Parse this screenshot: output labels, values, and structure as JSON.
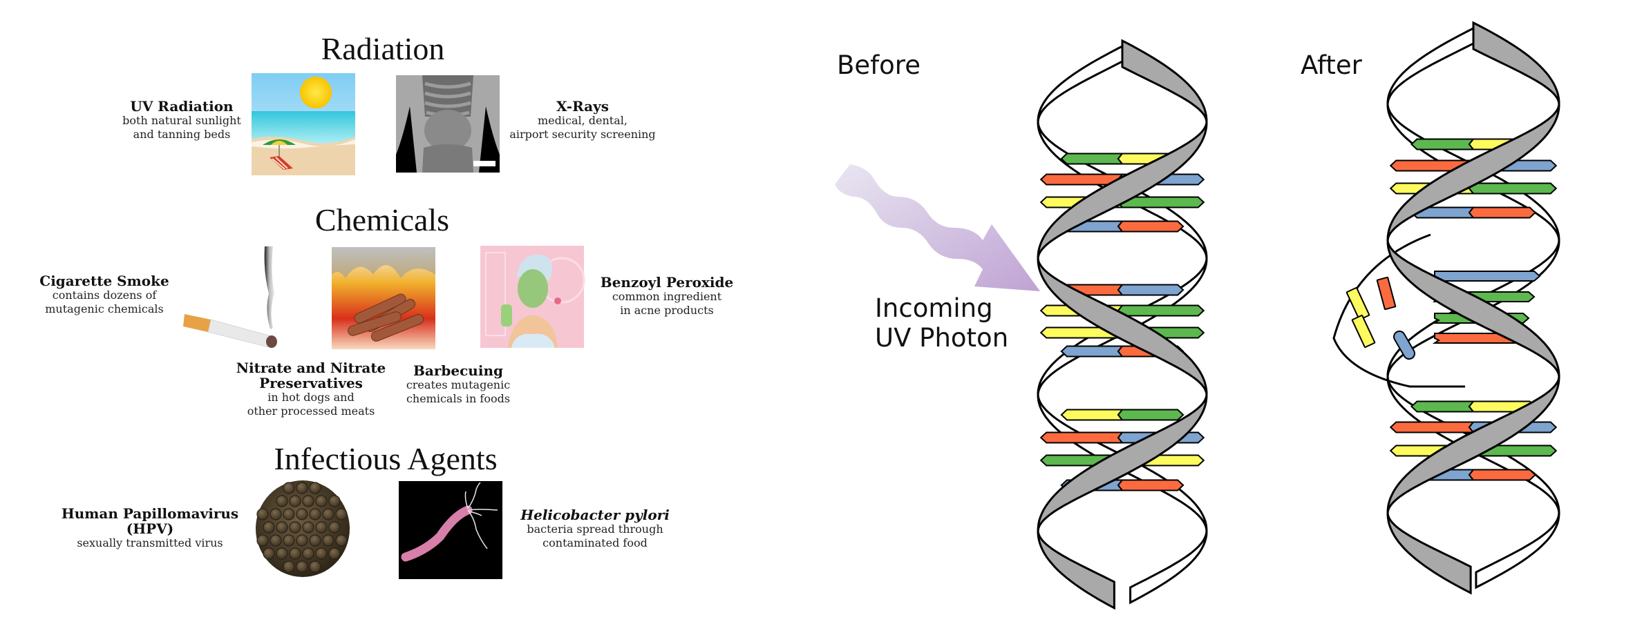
{
  "left_panel": {
    "sections": {
      "radiation": {
        "title": "Radiation",
        "items": [
          {
            "name": "UV Radiation",
            "lines": [
              "both natural sunlight",
              "and tanning beds"
            ],
            "image": "beach-sun-icon"
          },
          {
            "name": "X-Rays",
            "lines": [
              "medical, dental,",
              "airport security screening"
            ],
            "image": "xray-torso-icon"
          }
        ]
      },
      "chemicals": {
        "title": "Chemicals",
        "items": [
          {
            "name": "Cigarette Smoke",
            "lines": [
              "contains dozens of",
              "mutagenic chemicals"
            ],
            "image": "cigarette-icon"
          },
          {
            "name_lines": [
              "Nitrate and Nitrate",
              "Preservatives"
            ],
            "lines": [
              "in hot dogs and",
              "other processed meats"
            ],
            "image": "sausages-fire-icon"
          },
          {
            "name": "Barbecuing",
            "lines": [
              "creates mutagenic",
              "chemicals in foods"
            ]
          },
          {
            "name": "Benzoyl Peroxide",
            "lines": [
              "common ingredient",
              "in acne products"
            ],
            "image": "face-mask-woman-icon"
          }
        ]
      },
      "infectious": {
        "title": "Infectious Agents",
        "items": [
          {
            "name_lines": [
              "Human Papillomavirus",
              "(HPV)"
            ],
            "lines": [
              "sexually transmitted virus"
            ],
            "image": "virus-particle-icon"
          },
          {
            "name": "Helicobacter pylori",
            "lines": [
              "bacteria spread through",
              "contaminated food"
            ],
            "image": "bacterium-icon"
          }
        ]
      }
    }
  },
  "right_panel": {
    "before_label": "Before",
    "after_label": "After",
    "photon_label_lines": [
      "Incoming",
      "UV Photon"
    ],
    "colors": {
      "backbone": "#a9a9a9",
      "green": "#5cb84f",
      "yellow": "#fdfb5e",
      "red": "#fb6b3f",
      "blue": "#7ea4cf",
      "photon": "#c3a9d6"
    },
    "before_pairs": [
      [
        "green",
        "yellow"
      ],
      [
        "red",
        "blue"
      ],
      [
        "yellow",
        "green"
      ],
      [
        "blue",
        "red"
      ],
      [
        "red",
        "blue"
      ],
      [
        "yellow",
        "green"
      ],
      [
        "yellow",
        "green"
      ],
      [
        "blue",
        "red"
      ],
      [
        "yellow",
        "green"
      ],
      [
        "red",
        "blue"
      ],
      [
        "green",
        "yellow"
      ],
      [
        "blue",
        "red"
      ]
    ],
    "after_pairs_top": [
      [
        "green",
        "yellow"
      ],
      [
        "red",
        "blue"
      ],
      [
        "yellow",
        "green"
      ],
      [
        "blue",
        "red"
      ]
    ],
    "after_damaged_right": [
      "blue",
      "green",
      "green",
      "red"
    ],
    "after_damaged_left": [
      "yellow",
      "red",
      "yellow",
      "blue"
    ],
    "after_pairs_bottom": [
      [
        "green",
        "yellow"
      ],
      [
        "red",
        "blue"
      ],
      [
        "yellow",
        "green"
      ],
      [
        "blue",
        "red"
      ]
    ]
  }
}
